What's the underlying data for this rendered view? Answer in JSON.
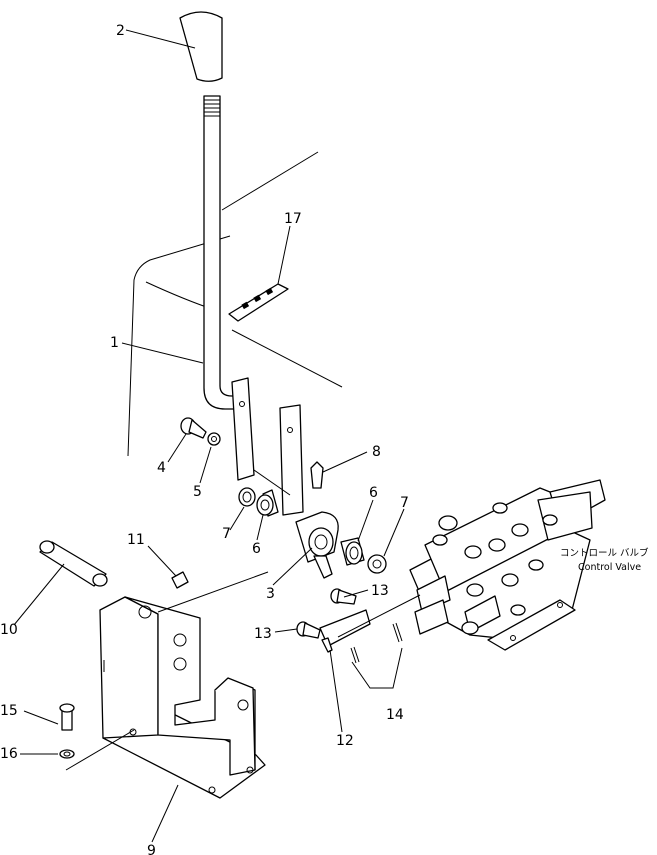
{
  "diagram": {
    "callouts": [
      {
        "id": "c2",
        "label": "2"
      },
      {
        "id": "c17",
        "label": "17"
      },
      {
        "id": "c1",
        "label": "1"
      },
      {
        "id": "c8",
        "label": "8"
      },
      {
        "id": "c4",
        "label": "4"
      },
      {
        "id": "c5",
        "label": "5"
      },
      {
        "id": "c6a",
        "label": "6"
      },
      {
        "id": "c7a",
        "label": "7"
      },
      {
        "id": "c6b",
        "label": "6"
      },
      {
        "id": "c7b",
        "label": "7"
      },
      {
        "id": "c11",
        "label": "11"
      },
      {
        "id": "c10",
        "label": "10"
      },
      {
        "id": "c3",
        "label": "3"
      },
      {
        "id": "c13a",
        "label": "13"
      },
      {
        "id": "c13b",
        "label": "13"
      },
      {
        "id": "c15",
        "label": "15"
      },
      {
        "id": "c16",
        "label": "16"
      },
      {
        "id": "c12",
        "label": "12"
      },
      {
        "id": "c14",
        "label": "14"
      },
      {
        "id": "c9",
        "label": "9"
      }
    ],
    "control_valve": {
      "label_jp": "コントロール バルブ",
      "label_en": "Control Valve"
    }
  }
}
